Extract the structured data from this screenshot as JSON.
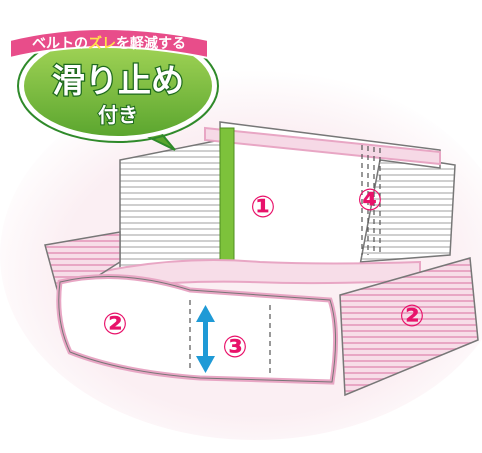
{
  "callout": {
    "banner_parts": [
      {
        "text": "ベルトの",
        "color": "#ffffff"
      },
      {
        "text": "ズレ",
        "color": "#ffe14a"
      },
      {
        "text": "を軽減する",
        "color": "#ffffff"
      }
    ],
    "main_text": "滑り止め",
    "sub_text": "付き",
    "colors": {
      "bubble_fill": "#7cc13f",
      "bubble_dark": "#2f8a2a",
      "ribbon": "#e84d8a",
      "text_outline": "#1e6a1e"
    }
  },
  "part_labels": [
    {
      "text": "①",
      "part": "back-panel"
    },
    {
      "text": "②",
      "part": "left-front-flap"
    },
    {
      "text": "③",
      "part": "adjuster-strip"
    },
    {
      "text": "④",
      "part": "back-stays"
    },
    {
      "text": "②",
      "part": "right-front-flap"
    }
  ],
  "colors": {
    "label": "#e8126a",
    "belt_border": "#e8a6c4",
    "belt_fill": "#ffffff",
    "elastic_stripe": "#cfcfcf",
    "antislip_strip": "#7dc23b",
    "arrow": "#1f9ad6",
    "outline": "#555555"
  },
  "icons": {
    "arrow": "double-vertical-arrow-icon",
    "speech_bubble": "speech-bubble-icon"
  }
}
